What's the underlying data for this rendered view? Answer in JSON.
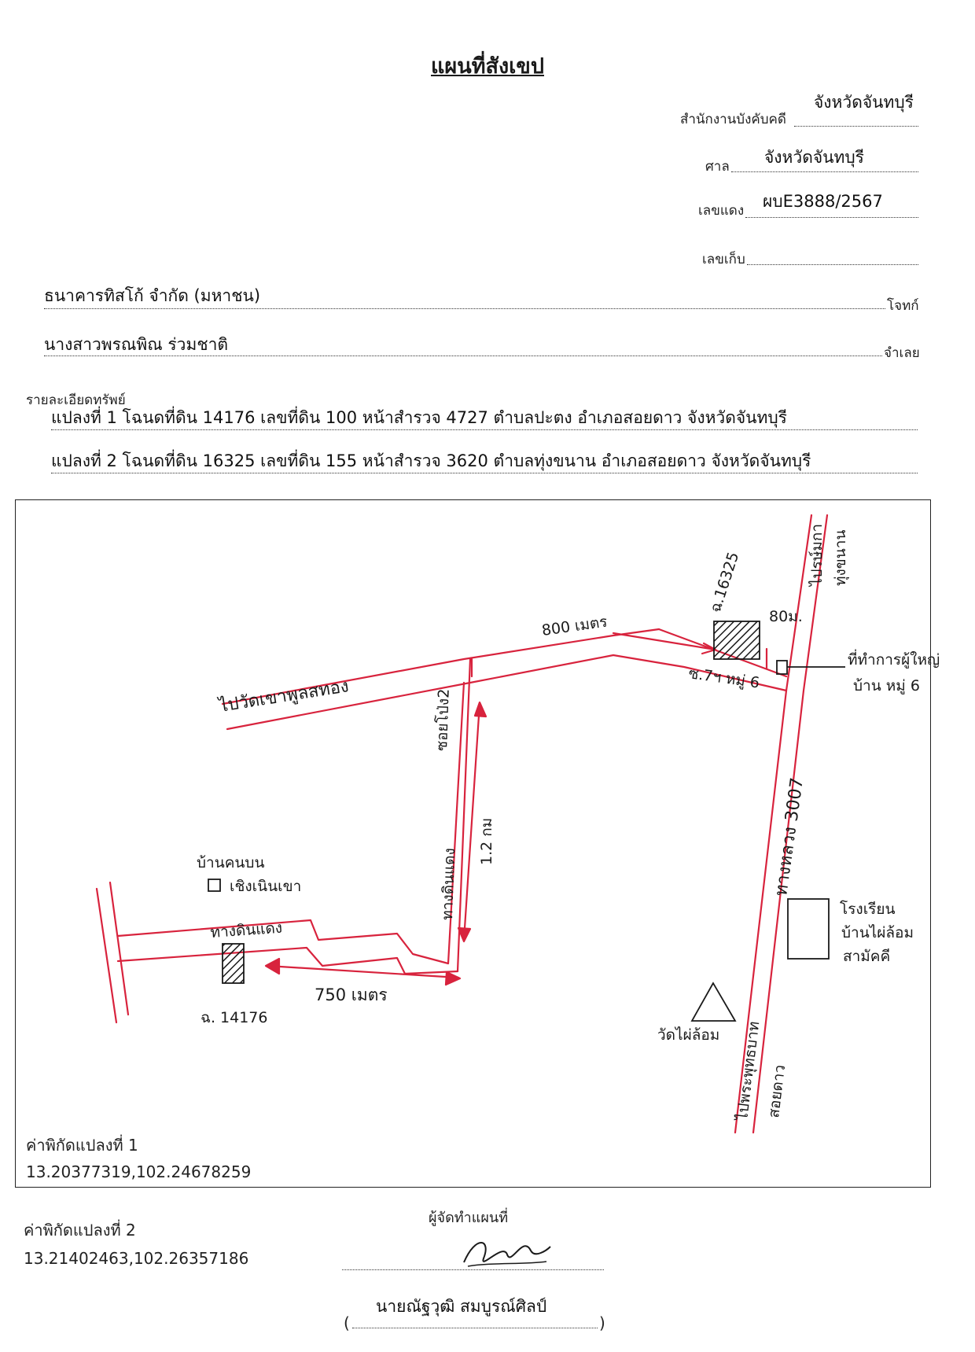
{
  "header": {
    "title": "แผนที่สังเขป",
    "office_label": "สำนักงานบังคับคดี",
    "office_value": "จังหวัดจันทบุรี",
    "court_label": "ศาล",
    "court_value": "จังหวัดจันทบุรี",
    "red_no_label": "เลขแดง",
    "red_no_value": "ผบE3888/2567",
    "storage_no_label": "เลขเก็บ"
  },
  "parties": {
    "plaintiff_name": "ธนาคารทิสโก้ จำกัด (มหาชน)",
    "plaintiff_label": "โจทก์",
    "defendant_name": "นางสาวพรณพิณ ร่วมชาติ",
    "defendant_label": "จำเลย"
  },
  "property": {
    "label": "รายละเอียดทรัพย์",
    "plot1": "แปลงที่ 1 โฉนดที่ดิน 14176 เลขที่ดิน 100 หน้าสำรวจ 4727 ตำบลปะตง อำเภอสอยดาว จังหวัดจันทบุรี",
    "plot2": "แปลงที่ 2 โฉนดที่ดิน 16325 เลขที่ดิน 155 หน้าสำรวจ 3620 ตำบลทุ่งขนาน อำเภอสอยดาว จังหวัดจันทบุรี"
  },
  "map": {
    "deed_16325": "ฉ.16325",
    "dist_80m": "80ม.",
    "dist_800m": "800 เมตร",
    "soi_moo6": "ซ.7ฯ หมู่ 6",
    "village_office_1": "ที่ทำการผู้ใหญ่",
    "village_office_2": "บ้าน หมู่ 6",
    "road_khao_phu_sathong": "ไปวัดเขาพูลสทอง",
    "road_thungkhanan_1": "ไปรษ์มกา",
    "road_thungkhanan_2": "ทุ่งขนาน",
    "soi_lane": "ซอยโป่ง2",
    "dirt_road_vertical": "ทางดินแดง",
    "dist_1_2km": "1.2 กม",
    "highway": "ทางหลวง 3007",
    "school_1": "โรงเรียน",
    "school_2": "บ้านไผ่ล้อม",
    "school_3": "สามัคคี",
    "temple": "วัดไผ่ล้อม",
    "to_phraphutthabat": "ไปพระพุทธบาท",
    "to_soidao": "สอยดาว",
    "village_1": "บ้านคนบน",
    "village_2": "เชิงเนินเขา",
    "dirt_road_horizontal": "ทางดินแดง",
    "dist_750m": "750 เมตร",
    "deed_14176": "ฉ. 14176",
    "coord1_label": "ค่าพิกัดแปลงที่ 1",
    "coord1_value": "13.20377319,102.24678259"
  },
  "footer": {
    "coord2_label": "ค่าพิกัดแปลงที่ 2",
    "coord2_value": "13.21402463,102.26357186",
    "maker_label": "ผู้จัดทำแผนที่",
    "maker_name": "นายณัฐวุฒิ สมบูรณ์ศิลป์",
    "paren_open": "(",
    "paren_close": ")"
  },
  "colors": {
    "road": "#d8233d",
    "ink": "#1a1a1a"
  }
}
